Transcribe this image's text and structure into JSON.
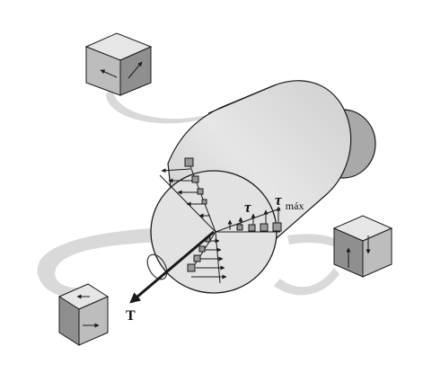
{
  "labels": {
    "tau": "τ",
    "tau_max_symbol": "τ",
    "tau_max_subscript": "máx",
    "torque": "T"
  },
  "colors": {
    "cylinder_face": "#e2e2e2",
    "cylinder_body": "#d4d4d4",
    "cylinder_shadow": "#a9a9a9",
    "ribbon": "#d9d9d9",
    "stroke": "#1a1a1a",
    "cube_light": "#e6e6e6",
    "cube_mid": "#bdbdbd",
    "cube_dark": "#8f8f8f",
    "stress_block": "#9a9a9a"
  },
  "icons": [
    "stress-element-cube",
    "torque-arrow",
    "rotation-circle-icon"
  ]
}
